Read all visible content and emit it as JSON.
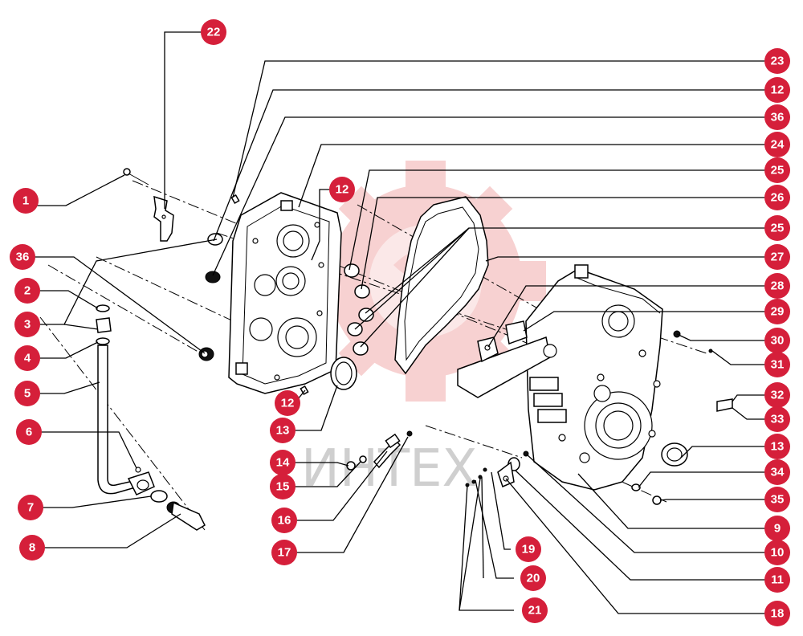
{
  "watermark": {
    "text": "ИНТЕХ"
  },
  "colors": {
    "badge": "#d51f3a",
    "badge_text": "#ffffff",
    "watermark_gear": "#f6c9c9",
    "watermark_text": "#cfcfcf"
  },
  "callouts": [
    {
      "id": "c22",
      "label": "22"
    },
    {
      "id": "c1",
      "label": "1"
    },
    {
      "id": "c36l",
      "label": "36"
    },
    {
      "id": "c2",
      "label": "2"
    },
    {
      "id": "c3",
      "label": "3"
    },
    {
      "id": "c4",
      "label": "4"
    },
    {
      "id": "c5",
      "label": "5"
    },
    {
      "id": "c6",
      "label": "6"
    },
    {
      "id": "c7",
      "label": "7"
    },
    {
      "id": "c8",
      "label": "8"
    },
    {
      "id": "c12m",
      "label": "12"
    },
    {
      "id": "c12b",
      "label": "12"
    },
    {
      "id": "c13m",
      "label": "13"
    },
    {
      "id": "c14",
      "label": "14"
    },
    {
      "id": "c15",
      "label": "15"
    },
    {
      "id": "c16",
      "label": "16"
    },
    {
      "id": "c17",
      "label": "17"
    },
    {
      "id": "c19",
      "label": "19"
    },
    {
      "id": "c20",
      "label": "20"
    },
    {
      "id": "c21",
      "label": "21"
    },
    {
      "id": "c23",
      "label": "23"
    },
    {
      "id": "c12r",
      "label": "12"
    },
    {
      "id": "c36r",
      "label": "36"
    },
    {
      "id": "c24",
      "label": "24"
    },
    {
      "id": "c25a",
      "label": "25"
    },
    {
      "id": "c26",
      "label": "26"
    },
    {
      "id": "c25b",
      "label": "25"
    },
    {
      "id": "c27",
      "label": "27"
    },
    {
      "id": "c28",
      "label": "28"
    },
    {
      "id": "c29",
      "label": "29"
    },
    {
      "id": "c30",
      "label": "30"
    },
    {
      "id": "c31",
      "label": "31"
    },
    {
      "id": "c32",
      "label": "32"
    },
    {
      "id": "c33",
      "label": "33"
    },
    {
      "id": "c13r",
      "label": "13"
    },
    {
      "id": "c34",
      "label": "34"
    },
    {
      "id": "c35",
      "label": "35"
    },
    {
      "id": "c9",
      "label": "9"
    },
    {
      "id": "c10",
      "label": "10"
    },
    {
      "id": "c11",
      "label": "11"
    },
    {
      "id": "c18",
      "label": "18"
    }
  ]
}
